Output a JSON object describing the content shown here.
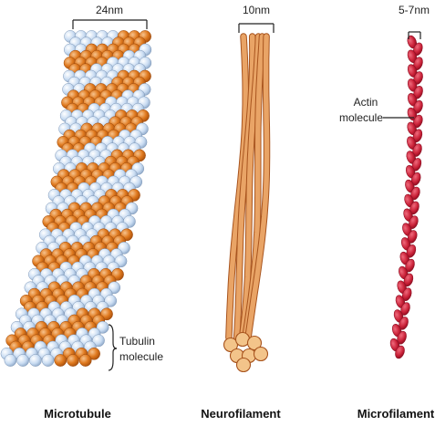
{
  "dimensions": {
    "microtubule": "24nm",
    "neurofilament": "10nm",
    "microfilament": "5-7nm"
  },
  "callouts": {
    "tubulin_line1": "Tubulin",
    "tubulin_line2": "molecule",
    "actin_line1": "Actin",
    "actin_line2": "molecule"
  },
  "captions": {
    "microtubule": "Microtubule",
    "neurofilament": "Neurofilament",
    "microfilament": "Microfilament"
  },
  "colors": {
    "tubulin_orange": "#e07a1f",
    "tubulin_blue": "#c9dcf2",
    "neuro_fill": "#de9a55",
    "neuro_stroke": "#a8541e",
    "actin": "#c81f36",
    "actin_stroke": "#8e1024",
    "line": "#222222"
  }
}
